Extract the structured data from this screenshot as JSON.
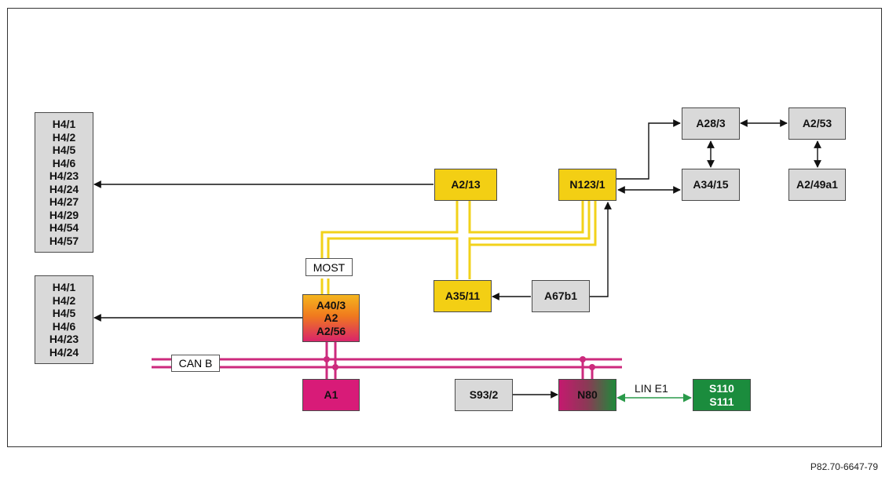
{
  "modules": {
    "h4_top": [
      "H4/1",
      "H4/2",
      "H4/5",
      "H4/6",
      "H4/23",
      "H4/24",
      "H4/27",
      "H4/29",
      "H4/54",
      "H4/57"
    ],
    "h4_bottom": [
      "H4/1",
      "H4/2",
      "H4/5",
      "H4/6",
      "H4/23",
      "H4/24"
    ],
    "a2_13": "A2/13",
    "n123_1": "N123/1",
    "a28_3": "A28/3",
    "a2_53": "A2/53",
    "a34_15": "A34/15",
    "a2_49a1": "A2/49a1",
    "a35_11": "A35/11",
    "a67b1": "A67b1",
    "a40_group": [
      "A40/3",
      "A2",
      "A2/56"
    ],
    "a1": "A1",
    "s93_2": "S93/2",
    "n80": "N80",
    "s110_group": [
      "S110",
      "S111"
    ]
  },
  "bus_labels": {
    "most": "MOST",
    "can_b": "CAN B",
    "lin_e1": "LIN E1"
  },
  "colors": {
    "gray": "#d9d9d9",
    "yellow": "#f3cf14",
    "magenta": "#d81b78",
    "green": "#1b8c3d",
    "most_bus": "#f2d21a",
    "can_bus": "#cc2a7d",
    "lin_bus": "#2a9a4a"
  },
  "reference": "P82.70-6647-79"
}
